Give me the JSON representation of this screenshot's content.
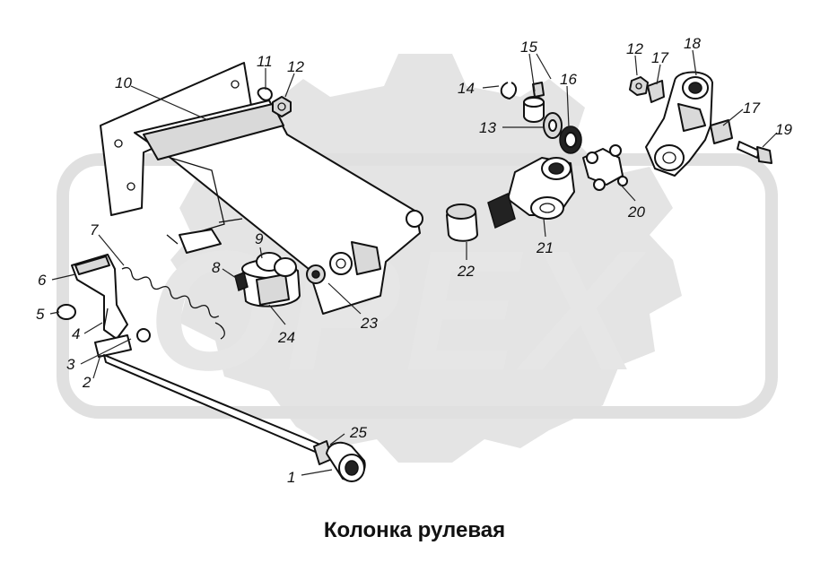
{
  "caption": "Колонка рулевая",
  "watermark": {
    "text": "OPEX",
    "color": "#e2e2e2"
  },
  "callouts": [
    {
      "id": "c1",
      "label": "1"
    },
    {
      "id": "c2",
      "label": "2"
    },
    {
      "id": "c3",
      "label": "3"
    },
    {
      "id": "c4",
      "label": "4"
    },
    {
      "id": "c5",
      "label": "5"
    },
    {
      "id": "c6",
      "label": "6"
    },
    {
      "id": "c7",
      "label": "7"
    },
    {
      "id": "c8",
      "label": "8"
    },
    {
      "id": "c9",
      "label": "9"
    },
    {
      "id": "c10",
      "label": "10"
    },
    {
      "id": "c11",
      "label": "11"
    },
    {
      "id": "c12a",
      "label": "12"
    },
    {
      "id": "c12b",
      "label": "12"
    },
    {
      "id": "c13",
      "label": "13"
    },
    {
      "id": "c14",
      "label": "14"
    },
    {
      "id": "c15",
      "label": "15"
    },
    {
      "id": "c16",
      "label": "16"
    },
    {
      "id": "c17a",
      "label": "17"
    },
    {
      "id": "c17b",
      "label": "17"
    },
    {
      "id": "c18",
      "label": "18"
    },
    {
      "id": "c19",
      "label": "19"
    },
    {
      "id": "c20",
      "label": "20"
    },
    {
      "id": "c21",
      "label": "21"
    },
    {
      "id": "c22",
      "label": "22"
    },
    {
      "id": "c23",
      "label": "23"
    },
    {
      "id": "c24",
      "label": "24"
    },
    {
      "id": "c25",
      "label": "25"
    }
  ]
}
